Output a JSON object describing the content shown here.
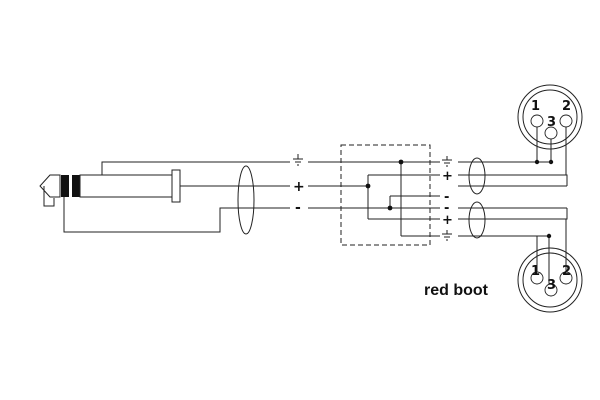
{
  "jack_signals": {
    "ground": "⏚",
    "plus": "+",
    "minus": "-"
  },
  "top_xlr": {
    "pins": {
      "p1": "1",
      "p2": "2",
      "p3": "3"
    },
    "signals": {
      "ground": "⏚",
      "plus": "+",
      "minus": "-"
    }
  },
  "bottom_xlr": {
    "pins": {
      "p1": "1",
      "p2": "2",
      "p3": "3"
    },
    "signals": {
      "ground": "⏚",
      "plus": "+",
      "minus": "-"
    },
    "label": "red boot"
  }
}
